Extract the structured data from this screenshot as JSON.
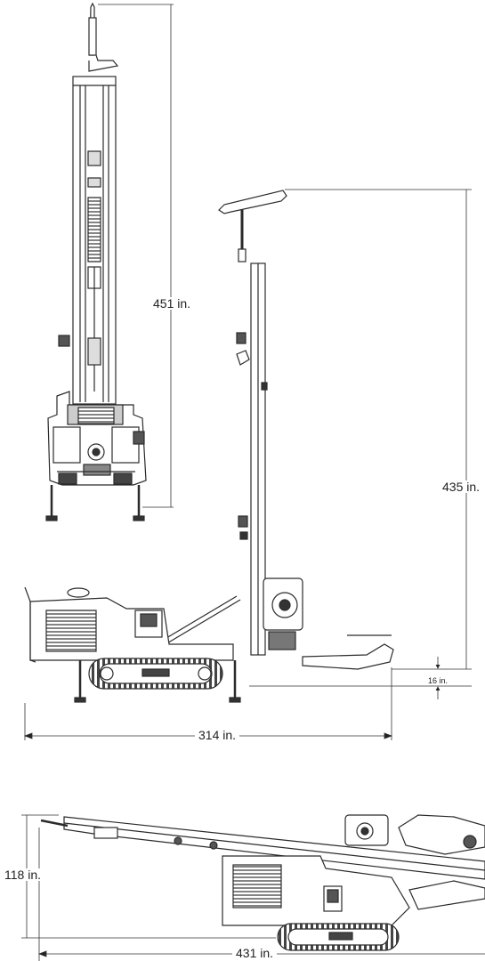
{
  "dimensions": {
    "mast_front_height": "451 in.",
    "mast_side_height": "435 in.",
    "ground_clearance": "16 in.",
    "working_length": "314 in.",
    "transport_height": "118 in.",
    "transport_length": "431 in."
  },
  "views": {
    "front": "front-view",
    "side": "side-view",
    "transport": "transport-view"
  },
  "colors": {
    "line": "#2b2b2b",
    "fill_dark": "#4a4a4a",
    "fill_light": "#e8e8e8",
    "background": "#ffffff"
  }
}
